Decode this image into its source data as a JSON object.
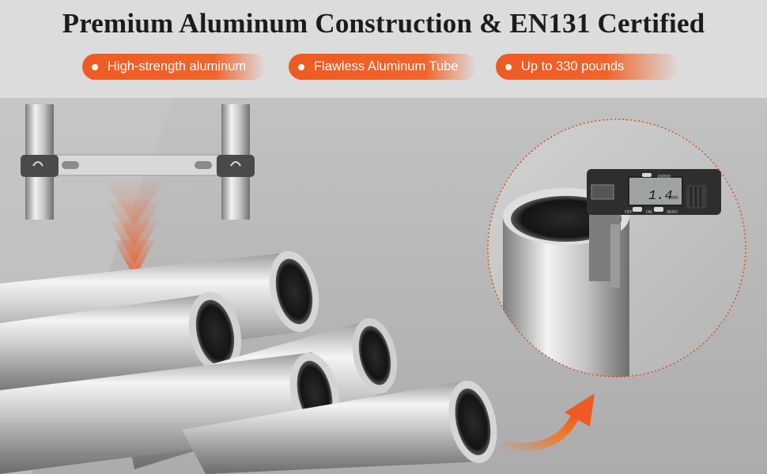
{
  "header": {
    "title": "Premium Aluminum Construction & EN131 Certified",
    "features": [
      {
        "label": "High-strength aluminum"
      },
      {
        "label": "Flawless Aluminum Tube"
      },
      {
        "label": "Up to 330 pounds"
      }
    ]
  },
  "caliper": {
    "reading": "1.4",
    "unit": "mm",
    "mode": "in/mm",
    "buttons": [
      "OFF",
      "ON",
      "ZERO"
    ]
  },
  "colors": {
    "accent": "#f05a22",
    "header_bg": "#dcdcdc",
    "scene_bg": "#b8b8b8",
    "title": "#1c1c1c"
  }
}
